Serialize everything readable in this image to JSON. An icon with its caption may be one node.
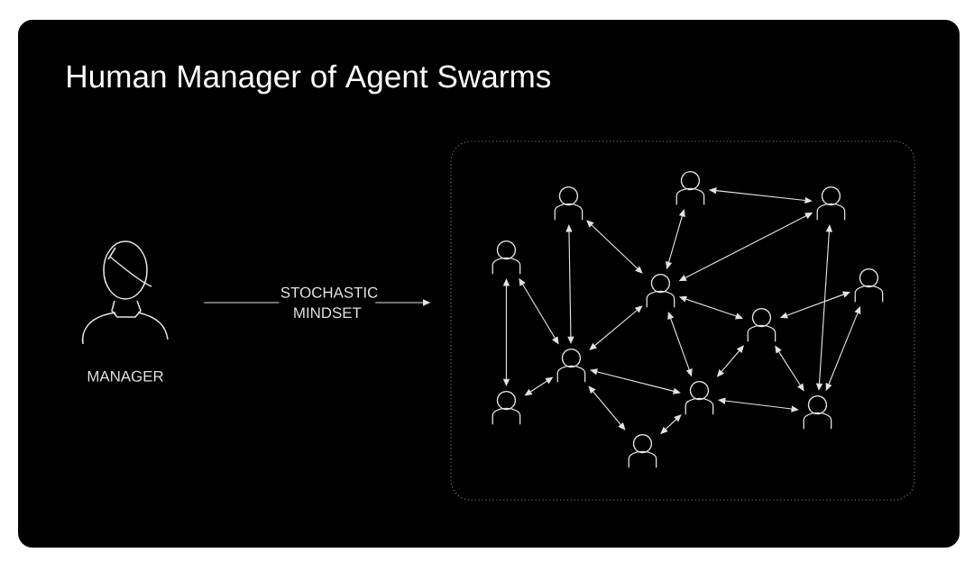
{
  "diagram": {
    "title": "Human Manager of Agent Swarms",
    "nodes": [
      {
        "text": [
          "MANAGER"
        ]
      },
      {
        "text": [],
        "shape": "box"
      },
      {
        "text": [],
        "shape": "person",
        "in": 1
      },
      {
        "text": [],
        "shape": "person",
        "in": 1
      },
      {
        "text": [],
        "shape": "person",
        "in": 1
      },
      {
        "text": [],
        "shape": "person",
        "in": 1
      },
      {
        "text": [],
        "shape": "person",
        "in": 1
      },
      {
        "text": [],
        "shape": "person",
        "in": 1
      },
      {
        "text": [],
        "shape": "person",
        "in": 1
      },
      {
        "text": [],
        "shape": "person",
        "in": 1
      },
      {
        "text": [],
        "shape": "person",
        "in": 1
      },
      {
        "text": [],
        "shape": "person",
        "in": 1
      },
      {
        "text": [],
        "shape": "person",
        "in": 1
      },
      {
        "text": [],
        "shape": "person",
        "in": 1
      }
    ],
    "edges": [
      {
        "from": 0,
        "to": 1,
        "arrow": "to",
        "label": "STOCHASTIC MINDSET"
      },
      {
        "from": 2,
        "to": 3,
        "arrow": "both"
      },
      {
        "from": 2,
        "to": 5,
        "arrow": "both"
      },
      {
        "from": 4,
        "to": 5,
        "arrow": "both"
      },
      {
        "from": 4,
        "to": 7,
        "arrow": "both"
      },
      {
        "from": 5,
        "to": 7,
        "arrow": "both"
      },
      {
        "from": 5,
        "to": 3,
        "arrow": "both"
      },
      {
        "from": 5,
        "to": 9,
        "arrow": "both"
      },
      {
        "from": 5,
        "to": 6,
        "arrow": "both"
      },
      {
        "from": 6,
        "to": 9,
        "arrow": "both"
      },
      {
        "from": 8,
        "to": 12,
        "arrow": "both"
      },
      {
        "from": 8,
        "to": 7,
        "arrow": "both"
      },
      {
        "from": 7,
        "to": 12,
        "arrow": "both"
      },
      {
        "from": 7,
        "to": 10,
        "arrow": "both"
      },
      {
        "from": 7,
        "to": 9,
        "arrow": "both"
      },
      {
        "from": 9,
        "to": 10,
        "arrow": "both"
      },
      {
        "from": 10,
        "to": 11,
        "arrow": "both"
      },
      {
        "from": 9,
        "to": 11,
        "arrow": "both"
      },
      {
        "from": 12,
        "to": 11,
        "arrow": "both"
      },
      {
        "from": 10,
        "to": 13,
        "arrow": "both"
      },
      {
        "from": 13,
        "to": 11,
        "arrow": "both"
      }
    ]
  }
}
